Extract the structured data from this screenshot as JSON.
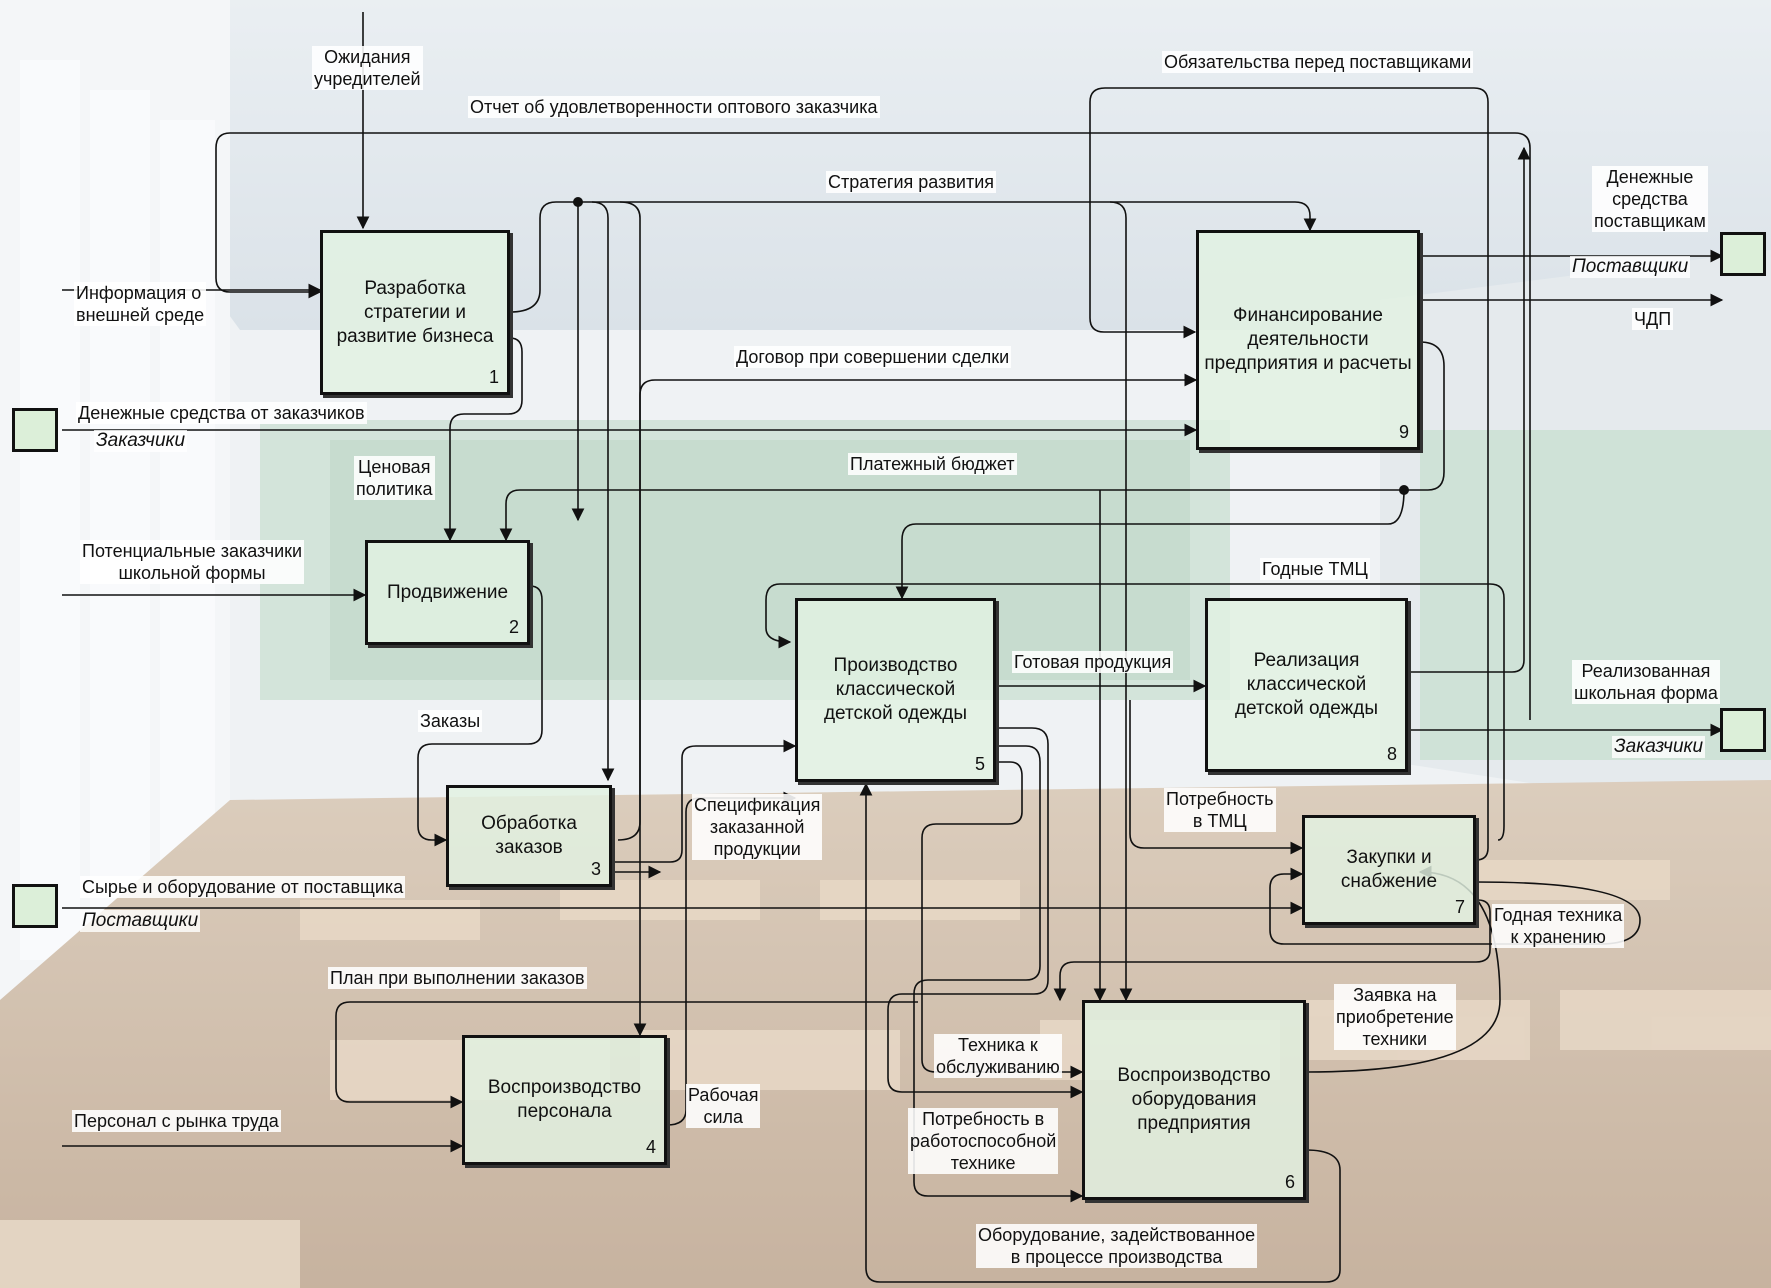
{
  "boxes": {
    "b1": {
      "title": "Разработка\nстратегии и\nразвитие бизнеса",
      "num": "1"
    },
    "b2": {
      "title": "Продвижение",
      "num": "2"
    },
    "b3": {
      "title": "Обработка\nзаказов",
      "num": "3"
    },
    "b4": {
      "title": "Воспроизводство\nперсонала",
      "num": "4"
    },
    "b5": {
      "title": "Производство\nклассической\nдетской одежды",
      "num": "5"
    },
    "b6": {
      "title": "Воспроизводство\nоборудования\nпредприятия",
      "num": "6"
    },
    "b7": {
      "title": "Закупки и\nснабжение",
      "num": "7"
    },
    "b8": {
      "title": "Реализация\nклассической\nдетской одежды",
      "num": "8"
    },
    "b9": {
      "title": "Финансирование\nдеятельности\nпредприятия и расчеты",
      "num": "9"
    }
  },
  "labels": {
    "founders": "Ожидания\nучредителей",
    "satisfaction": "Отчет об удовлетворенности оптового заказчика",
    "obligations": "Обязательства перед поставщиками",
    "strategy": "Стратегия развития",
    "money_suppliers": "Денежные\nсредства\nпоставщикам",
    "info_env": "Информация о\nвнешней среде",
    "contract": "Договор при совершении сделки",
    "chdp": "ЧДП",
    "money_customers": "Денежные средства от заказчиков",
    "price_policy": "Ценовая\nполитика",
    "pay_budget": "Платежный бюджет",
    "potential": "Потенциальные заказчики\nшкольной формы",
    "good_tmc": "Годные ТМЦ",
    "finished": "Готовая продукция",
    "realized": "Реализованная\nшкольная форма",
    "orders": "Заказы",
    "spec": "Спецификация\nзаказанной\nпродукции",
    "need_tmc": "Потребность\nв ТМЦ",
    "raw": "Сырье и оборудование от поставщика",
    "good_tech": "Годная техника\nк хранению",
    "plan": "План при выполнении заказов",
    "request": "Заявка на\nприобретение\nтехники",
    "tech_service": "Техника к\nобслуживанию",
    "workforce": "Рабочая\nсила",
    "personnel": "Персонал с рынка труда",
    "need_tech": "Потребность в\nработоспособной\nтехнике",
    "equipment": "Оборудование, задействованное\nв процессе производства"
  },
  "tunnels": {
    "suppliers_top": "Поставщики",
    "customers_left": "Заказчики",
    "customers_right": "Заказчики",
    "suppliers_left": "Поставщики"
  },
  "colors": {
    "box_fill": "#e2f1e2",
    "line": "#111111"
  }
}
